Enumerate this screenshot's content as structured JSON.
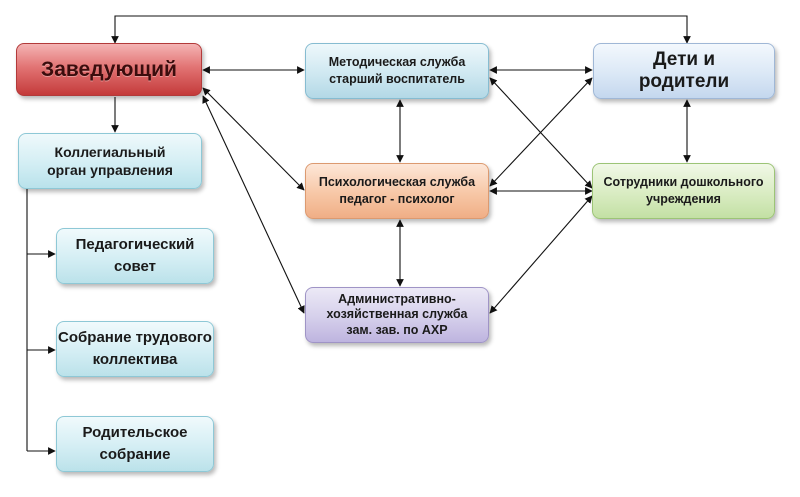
{
  "nodes": {
    "head": {
      "lines": [
        "Заведующий"
      ]
    },
    "kids_parents": {
      "lines": [
        "Дети и",
        "родители"
      ]
    },
    "method_service": {
      "lines": [
        "Методическая служба",
        "старший воспитатель"
      ]
    },
    "psych_service": {
      "lines": [
        "Психологическая служба",
        "педагог - психолог"
      ]
    },
    "admin_service": {
      "lines": [
        "Административно-",
        "хозяйственная служба",
        "зам. зав. по АХР"
      ]
    },
    "staff": {
      "lines": [
        "Сотрудники дошкольного",
        "учреждения"
      ]
    },
    "council": {
      "lines": [
        "Коллегиальный",
        "орган управления"
      ]
    },
    "ped_council": {
      "lines": [
        "Педагогический",
        "совет"
      ]
    },
    "work_meeting": {
      "lines": [
        "Собрание трудового",
        "коллектива"
      ]
    },
    "parent_meeting": {
      "lines": [
        "Родительское",
        "собрание"
      ]
    }
  },
  "colors": {
    "head": "#d65858",
    "kids_parents": "#d3e2f3",
    "method_service": "#c8e4ee",
    "psych_service": "#f5c09c",
    "admin_service": "#cdc6e7",
    "staff": "#d2e8b8",
    "council": "#cdebf2",
    "line": "#111111"
  }
}
